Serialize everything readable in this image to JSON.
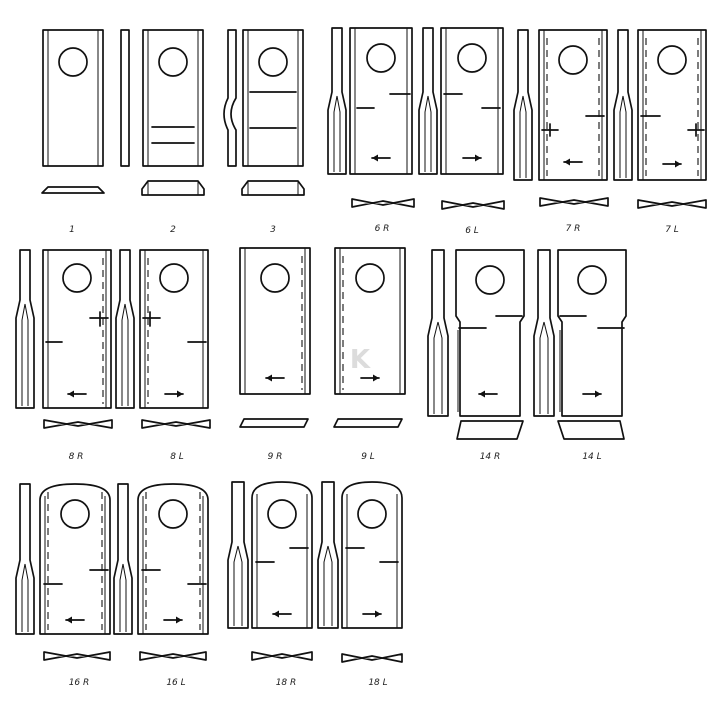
{
  "figure": {
    "watermark": "K",
    "blades": [
      {
        "id": "blade-1",
        "label": "1"
      },
      {
        "id": "blade-2",
        "label": "2"
      },
      {
        "id": "blade-3",
        "label": "3"
      },
      {
        "id": "blade-6r",
        "label": "6 R"
      },
      {
        "id": "blade-6l",
        "label": "6 L"
      },
      {
        "id": "blade-7r",
        "label": "7 R"
      },
      {
        "id": "blade-7l",
        "label": "7 L"
      },
      {
        "id": "blade-8r",
        "label": "8 R"
      },
      {
        "id": "blade-8l",
        "label": "8 L"
      },
      {
        "id": "blade-9r",
        "label": "9 R"
      },
      {
        "id": "blade-9l",
        "label": "9 L"
      },
      {
        "id": "blade-14r",
        "label": "14 R"
      },
      {
        "id": "blade-14l",
        "label": "14 L"
      },
      {
        "id": "blade-16r",
        "label": "16 R"
      },
      {
        "id": "blade-16l",
        "label": "16 L"
      },
      {
        "id": "blade-18r",
        "label": "18 R"
      },
      {
        "id": "blade-18l",
        "label": "18 L"
      }
    ]
  }
}
